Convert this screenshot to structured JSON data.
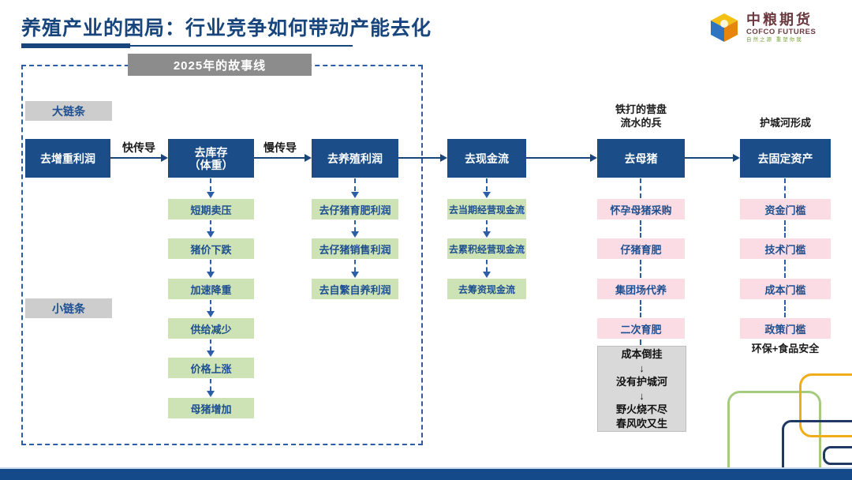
{
  "header": {
    "title": "养殖产业的困局：行业竞争如何带动产能去化",
    "logo": {
      "name_cn": "中粮期货",
      "name_en": "COFCO FUTURES",
      "tagline": "自然之源 重塑你我"
    }
  },
  "storyline": {
    "label": "2025年的故事线"
  },
  "chain_labels": {
    "big": "大链条",
    "small": "小链条"
  },
  "flow": {
    "nodes": {
      "weight_profit": "去增重利润",
      "inventory_line1": "去库存",
      "inventory_line2": "（体重）",
      "farm_profit": "去养殖利润",
      "cashflow": "去现金流",
      "sow": "去母猪",
      "fixed_asset": "去固定资产"
    },
    "edges": {
      "fast": "快传导",
      "slow": "慢传导"
    }
  },
  "annotations": {
    "sow_note_line1": "铁打的营盘",
    "sow_note_line2": "流水的兵",
    "asset_note": "护城河形成",
    "asset_footnote": "环保+食品安全"
  },
  "chains": {
    "inventory": [
      "短期卖压",
      "猪价下跌",
      "加速降重",
      "供给减少",
      "价格上涨",
      "母猪增加"
    ],
    "farm_profit": [
      "去仔猪育肥利润",
      "去仔猪销售利润",
      "去自繁自养利润"
    ],
    "cashflow": [
      "去当期经营现金流",
      "去累积经营现金流",
      "去筹资现金流"
    ],
    "sow": [
      "怀孕母猪采购",
      "仔猪育肥",
      "集团场代养",
      "二次育肥"
    ],
    "fixed_asset": [
      "资金门槛",
      "技术门槛",
      "成本门槛",
      "政策门槛"
    ]
  },
  "quote_box": {
    "lines": [
      "成本倒挂",
      "↓",
      "没有护城河",
      "↓",
      "野火烧不尽",
      "春风吹又生"
    ]
  },
  "colors": {
    "primary_blue": "#1b4e88",
    "title_blue": "#17457c",
    "green_box": "#cde3b6",
    "pink_box": "#fbdce4",
    "gray_header": "#8c8c8c",
    "gray_label": "#cdcdcd",
    "quote_bg": "#d9d9d9",
    "deco_orange": "#f0ad18",
    "deco_green": "#a5cc7e",
    "deco_navy": "#1f3864",
    "logo_maroon": "#6b3a40"
  }
}
